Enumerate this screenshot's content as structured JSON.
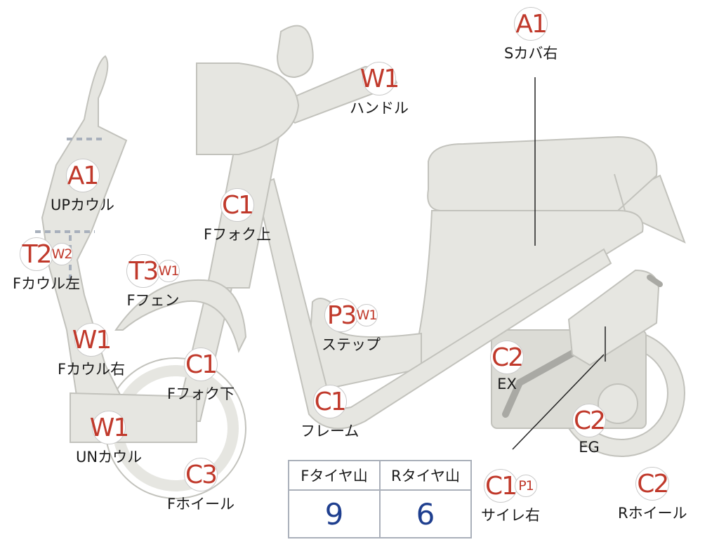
{
  "labels": [
    {
      "id": "s-cover-right",
      "codes": [
        "A1"
      ],
      "text": "Sカバ右"
    },
    {
      "id": "handle",
      "codes": [
        "W1"
      ],
      "text": "ハンドル"
    },
    {
      "id": "up-cowl",
      "codes": [
        "A1"
      ],
      "text": "UPカウル"
    },
    {
      "id": "f-fork-upper",
      "codes": [
        "C1"
      ],
      "text": "Fフォク上"
    },
    {
      "id": "f-cowl-left",
      "codes": [
        "T2",
        "W2"
      ],
      "text": "Fカウル左"
    },
    {
      "id": "f-fender",
      "codes": [
        "T3",
        "W1"
      ],
      "text": "Fフェン"
    },
    {
      "id": "step",
      "codes": [
        "P3",
        "W1"
      ],
      "text": "ステップ"
    },
    {
      "id": "f-cowl-right",
      "codes": [
        "W1"
      ],
      "text": "Fカウル右"
    },
    {
      "id": "f-fork-lower",
      "codes": [
        "C1"
      ],
      "text": "Fフォク下"
    },
    {
      "id": "exhaust",
      "codes": [
        "C2"
      ],
      "text": "EX"
    },
    {
      "id": "frame",
      "codes": [
        "C1"
      ],
      "text": "フレーム"
    },
    {
      "id": "engine",
      "codes": [
        "C2"
      ],
      "text": "EG"
    },
    {
      "id": "un-cowl",
      "codes": [
        "W1"
      ],
      "text": "UNカウル"
    },
    {
      "id": "f-wheel",
      "codes": [
        "C3"
      ],
      "text": "Fホイール"
    },
    {
      "id": "muffler-right",
      "codes": [
        "C1",
        "P1"
      ],
      "text": "サイレ右"
    },
    {
      "id": "r-wheel",
      "codes": [
        "C2"
      ],
      "text": "Rホイール"
    }
  ],
  "tire_table": {
    "front_header": "Fタイヤ山",
    "rear_header": "Rタイヤ山",
    "front_value": "9",
    "rear_value": "6"
  }
}
